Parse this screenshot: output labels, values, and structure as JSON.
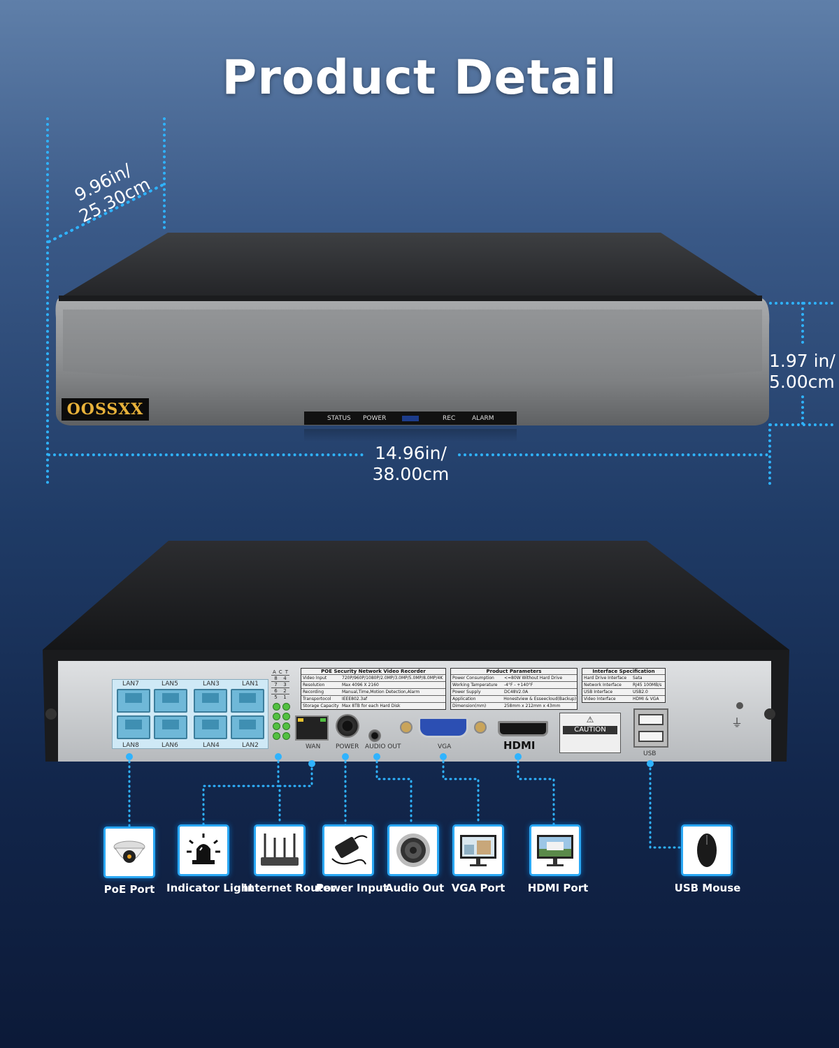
{
  "title": "Product Detail",
  "dimensions": {
    "depth_in": "9.96in/",
    "depth_cm": "25.30cm",
    "height_in": "1.97 in/",
    "height_cm": "5.00cm",
    "width_in": "14.96in/",
    "width_cm": "38.00cm"
  },
  "front_panel": {
    "brand": "OOSSXX",
    "indicators": [
      "STATUS",
      "POWER",
      "REC",
      "ALARM"
    ]
  },
  "rear_panel": {
    "lan_top": [
      "LAN7",
      "LAN5",
      "LAN3",
      "LAN1"
    ],
    "lan_bottom": [
      "LAN8",
      "LAN6",
      "LAN4",
      "LAN2"
    ],
    "ports": {
      "wan": "WAN",
      "power": "POWER",
      "audio_out": "AUDIO OUT",
      "vga": "VGA",
      "hdmi": "HDMI",
      "usb": "USB"
    },
    "act_legend": {
      "header": [
        "A",
        "C",
        "T"
      ],
      "rows": [
        [
          "8",
          "4"
        ],
        [
          "7",
          "3"
        ],
        [
          "6",
          "2"
        ],
        [
          "5",
          "1"
        ]
      ]
    },
    "caution": "CAUTION",
    "spec_tables": [
      {
        "title": "POE Security Network Video Recorder",
        "rows": [
          [
            "Video Input",
            "720P/960P/1080P/2.0MP/3.0MP/5.0MP/8.0MP/4K"
          ],
          [
            "Resolution",
            "Max 4096 X 2160"
          ],
          [
            "Recording",
            "Manual,Time,Motion Detection,Alarm"
          ],
          [
            "Transportocol",
            "IEEE802.3af"
          ],
          [
            "Storage Capacity",
            "Max 8TB for each Hard Disk"
          ]
        ]
      },
      {
        "title": "Product Parameters",
        "rows": [
          [
            "Power Consumption",
            "<=80W Without Hard Drive"
          ],
          [
            "Working Tamperature",
            "-4°F - +140°F"
          ],
          [
            "Power Supply",
            "DC48V2.0A"
          ],
          [
            "Application",
            "Honestview & Esseecloud(Backup)"
          ],
          [
            "Dimension(mm)",
            "258mm x 212mm x 43mm"
          ]
        ]
      },
      {
        "title": "Interface Specification",
        "rows": [
          [
            "Hard Drive Interface",
            "Sata"
          ],
          [
            "Network Interface",
            "RJ45 100MB/s"
          ],
          [
            "USB Interface",
            "USB2.0"
          ],
          [
            "Video Interface",
            "HDMI & VGA"
          ]
        ]
      }
    ]
  },
  "features": [
    {
      "label": "PoE Port",
      "icon": "dome-camera-icon"
    },
    {
      "label": "Indicator Light",
      "icon": "alarm-light-icon"
    },
    {
      "label": "Internet Router",
      "icon": "router-icon"
    },
    {
      "label": "Power Input",
      "icon": "power-adapter-icon"
    },
    {
      "label": "Audio Out",
      "icon": "speaker-icon"
    },
    {
      "label": "VGA Port",
      "icon": "monitor-icon"
    },
    {
      "label": "HDMI Port",
      "icon": "hdmi-monitor-icon"
    },
    {
      "label": "USB Mouse",
      "icon": "mouse-icon"
    }
  ],
  "colors": {
    "accent": "#2aa8f4",
    "brand_gold": "#e8b23a",
    "led_green": "#52c041"
  }
}
